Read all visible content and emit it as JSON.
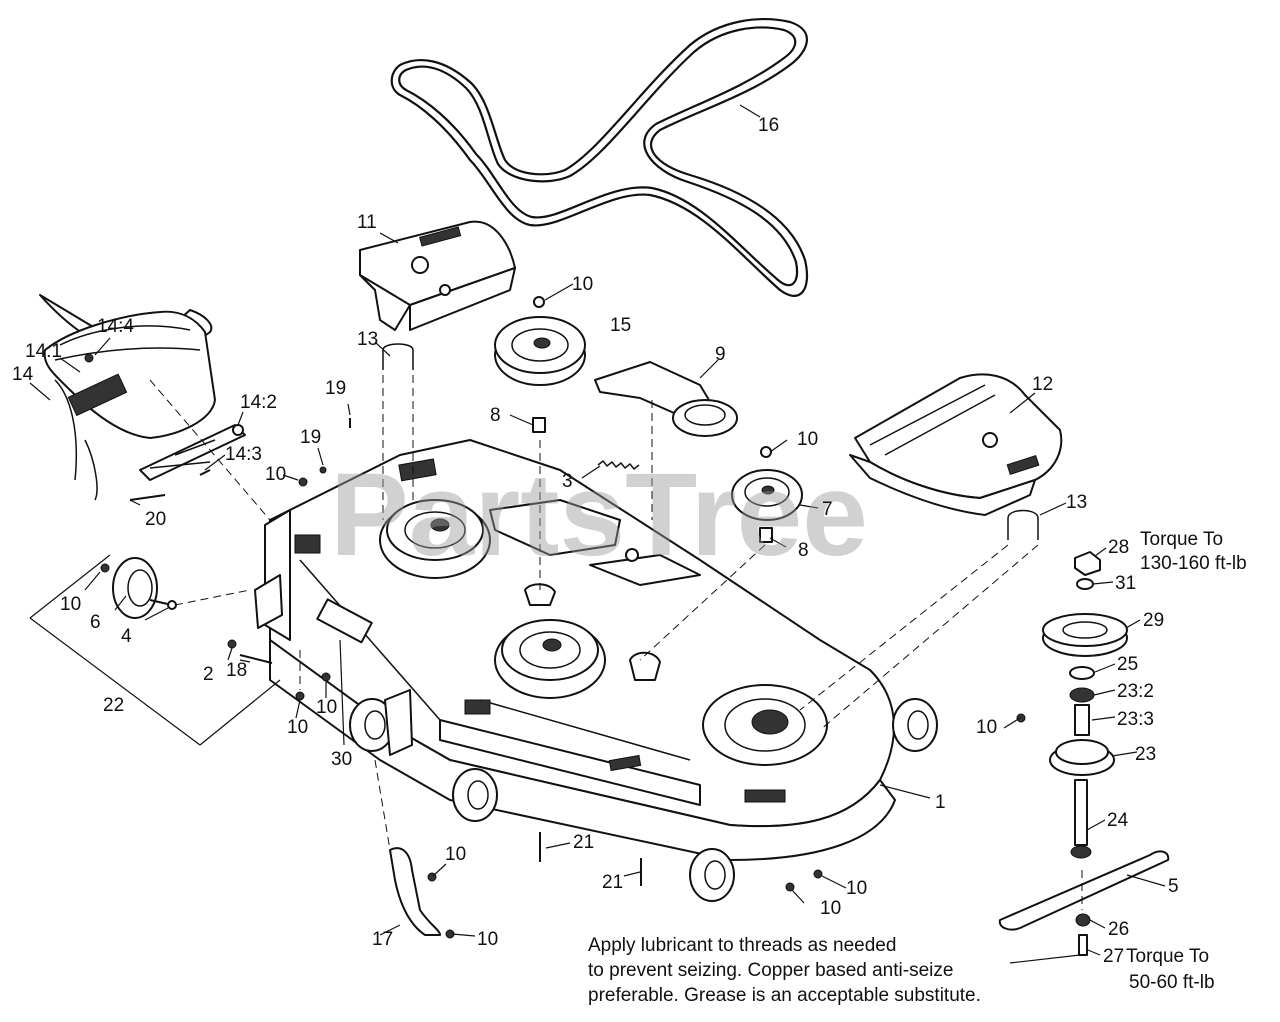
{
  "watermark": "PartsTree",
  "callouts": {
    "c1": "1",
    "c2": "2",
    "c3": "3",
    "c4": "4",
    "c5": "5",
    "c6": "6",
    "c7": "7",
    "c8a": "8",
    "c8b": "8",
    "c9": "9",
    "c10a": "10",
    "c10b": "10",
    "c10c": "10",
    "c10d": "10",
    "c10e": "10",
    "c10f": "10",
    "c10g": "10",
    "c10h": "10",
    "c10i": "10",
    "c10j": "10",
    "c10k": "10",
    "c11": "11",
    "c12": "12",
    "c13a": "13",
    "c13b": "13",
    "c14": "14",
    "c14_1": "14:1",
    "c14_2": "14:2",
    "c14_3": "14:3",
    "c14_4": "14:4",
    "c15": "15",
    "c16": "16",
    "c17": "17",
    "c18": "18",
    "c19a": "19",
    "c19b": "19",
    "c20": "20",
    "c21a": "21",
    "c21b": "21",
    "c22": "22",
    "c23": "23",
    "c23_2": "23:2",
    "c23_3": "23:3",
    "c24": "24",
    "c25": "25",
    "c26": "26",
    "c27": "27",
    "c28": "28",
    "c29": "29",
    "c30": "30",
    "c31": "31"
  },
  "torque_notes": {
    "top_line1": "Torque To",
    "top_line2": "130-160 ft-lb",
    "bottom_line1": "Torque To",
    "bottom_line2": "50-60 ft-lb"
  },
  "lubricant_note": {
    "line1": "Apply lubricant to threads as needed",
    "line2": "to prevent seizing. Copper based anti-seize",
    "line3": "preferable. Grease is an acceptable substitute."
  }
}
